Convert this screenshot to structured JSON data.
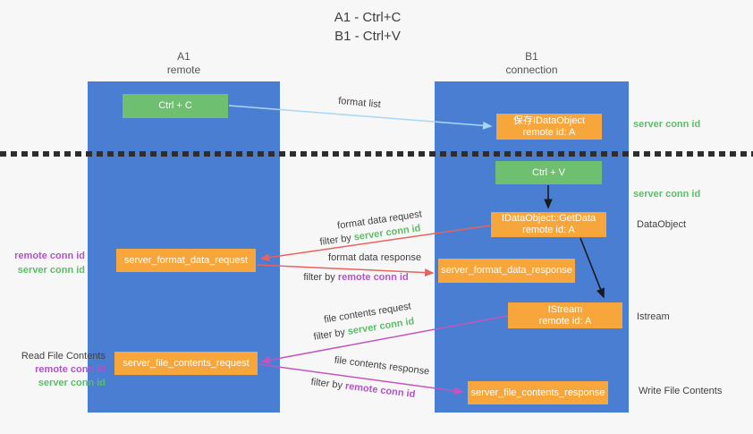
{
  "title": {
    "line1": "A1 - Ctrl+C",
    "line2": "B1 - Ctrl+V"
  },
  "lifelines": {
    "left": {
      "name": "A1",
      "role": "remote"
    },
    "right": {
      "name": "B1",
      "role": "connection"
    }
  },
  "nodes": {
    "ctrl_c": {
      "label": "Ctrl + C"
    },
    "ctrl_v": {
      "label": "Ctrl + V"
    },
    "save_dataobject": {
      "line1": "保存IDataObject",
      "line2": "remote id: A"
    },
    "getdata": {
      "line1": "IDataObject::GetData",
      "line2": "remote id: A"
    },
    "format_request": {
      "label": "server_format_data_request"
    },
    "format_response": {
      "label": "server_format_data_response"
    },
    "istream": {
      "line1": "IStream",
      "line2": "remote id: A"
    },
    "file_request": {
      "label": "server_file_contents_request"
    },
    "file_response": {
      "label": "server_file_contents_response"
    }
  },
  "side_labels": {
    "server_conn_id_1": "server conn id",
    "server_conn_id_2": "server conn id",
    "dataobject": "DataObject",
    "istream": "Istream",
    "write_file": "Write File Contents",
    "read_file": "Read File Contents",
    "format_remote_conn_id": "remote conn id",
    "format_server_conn_id": "server conn id",
    "file_remote_conn_id": "remote conn id",
    "file_server_conn_id": "server conn id"
  },
  "arrow_labels": {
    "format_list": "format list",
    "format_data_request": "format data request",
    "format_data_request_filter_prefix": "filter by ",
    "format_data_request_filter_key": "server conn id",
    "format_data_response": "format data response",
    "format_data_response_filter_prefix": "filter by ",
    "format_data_response_filter_key": "remote conn id",
    "file_contents_request": "file contents request",
    "file_contents_request_filter_prefix": "filter by ",
    "file_contents_request_filter_key": "server conn id",
    "file_contents_response": "file contents response",
    "file_contents_response_filter_prefix": "filter by ",
    "file_contents_response_filter_key": "remote conn id"
  },
  "colors": {
    "column_blue": "#4a7ed2",
    "node_green": "#6fbf70",
    "node_orange": "#f7a63c",
    "server_conn_green": "#5cbd69",
    "remote_conn_purple": "#b153c6",
    "arrow_red": "#e8635c",
    "arrow_magenta": "#c554be",
    "arrow_light_blue": "#a9d7f5",
    "arrow_black": "#1a1a1a",
    "background": "#f7f7f7"
  }
}
